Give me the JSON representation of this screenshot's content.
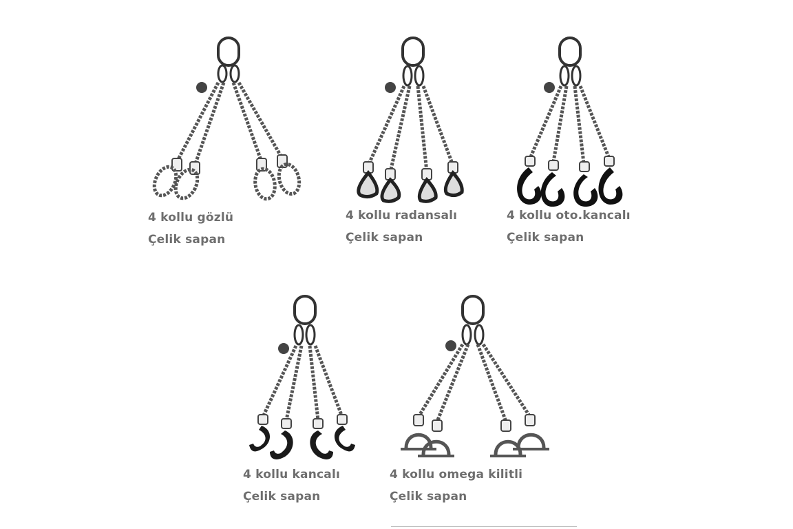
{
  "products": [
    {
      "title": "4 kollu gözlü",
      "subtitle": "Çelik sapan",
      "end_type": "eye-loop"
    },
    {
      "title": "4 kollu radansalı",
      "subtitle": "Çelik sapan",
      "end_type": "thimble"
    },
    {
      "title": "4 kollu oto.kancalı",
      "subtitle": "Çelik sapan",
      "end_type": "self-locking-hook"
    },
    {
      "title": "4 kollu kancalı",
      "subtitle": "Çelik sapan",
      "end_type": "hook"
    },
    {
      "title": "4 kollu omega kilitli",
      "subtitle": "Çelik sapan",
      "end_type": "omega-shackle"
    }
  ]
}
